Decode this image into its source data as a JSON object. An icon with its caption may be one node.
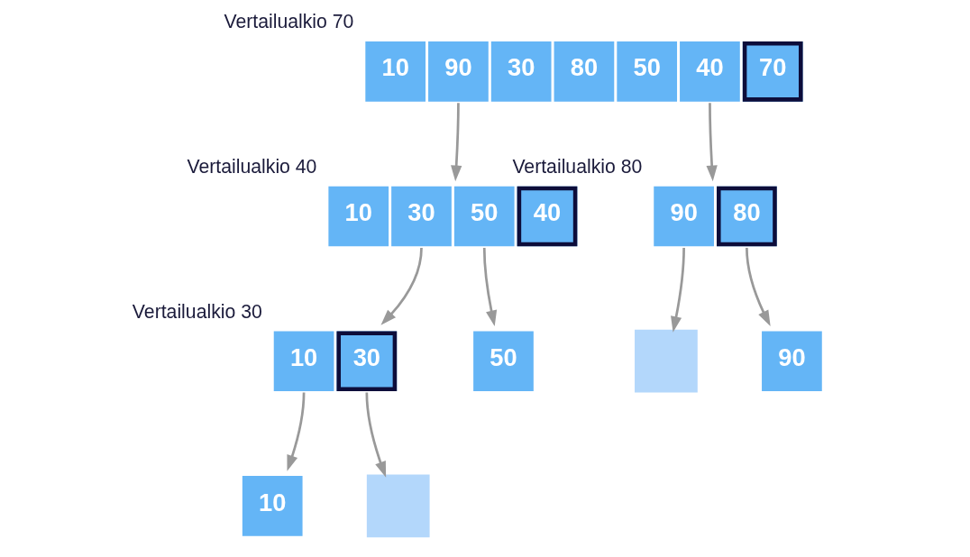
{
  "diagram": {
    "nodes": [
      {
        "text": [
          "10",
          "90",
          "30",
          "80",
          "50",
          "40",
          "70"
        ],
        "beside": [
          "Vertailualkio 70"
        ]
      },
      {
        "text": [
          "10",
          "30",
          "50",
          "40"
        ],
        "beside": [
          "Vertailualkio 40"
        ]
      },
      {
        "text": [
          "90",
          "80"
        ],
        "beside": [
          "Vertailualkio 80"
        ]
      },
      {
        "text": [
          "10",
          "30"
        ],
        "beside": [
          "Vertailualkio 30"
        ]
      },
      {
        "text": [
          "50"
        ]
      },
      {
        "text": [],
        "shape": "box"
      },
      {
        "text": [
          "90"
        ]
      },
      {
        "text": [
          "10"
        ]
      },
      {
        "text": [],
        "shape": "box"
      }
    ],
    "edges": [
      {
        "from": 0,
        "to": 1,
        "arrow": "to"
      },
      {
        "from": 0,
        "to": 2,
        "arrow": "to"
      },
      {
        "from": 1,
        "to": 3,
        "arrow": "to"
      },
      {
        "from": 1,
        "to": 4,
        "arrow": "to"
      },
      {
        "from": 2,
        "to": 5,
        "arrow": "to"
      },
      {
        "from": 2,
        "to": 6,
        "arrow": "to"
      },
      {
        "from": 3,
        "to": 7,
        "arrow": "to"
      },
      {
        "from": 3,
        "to": 8,
        "arrow": "to"
      }
    ]
  }
}
